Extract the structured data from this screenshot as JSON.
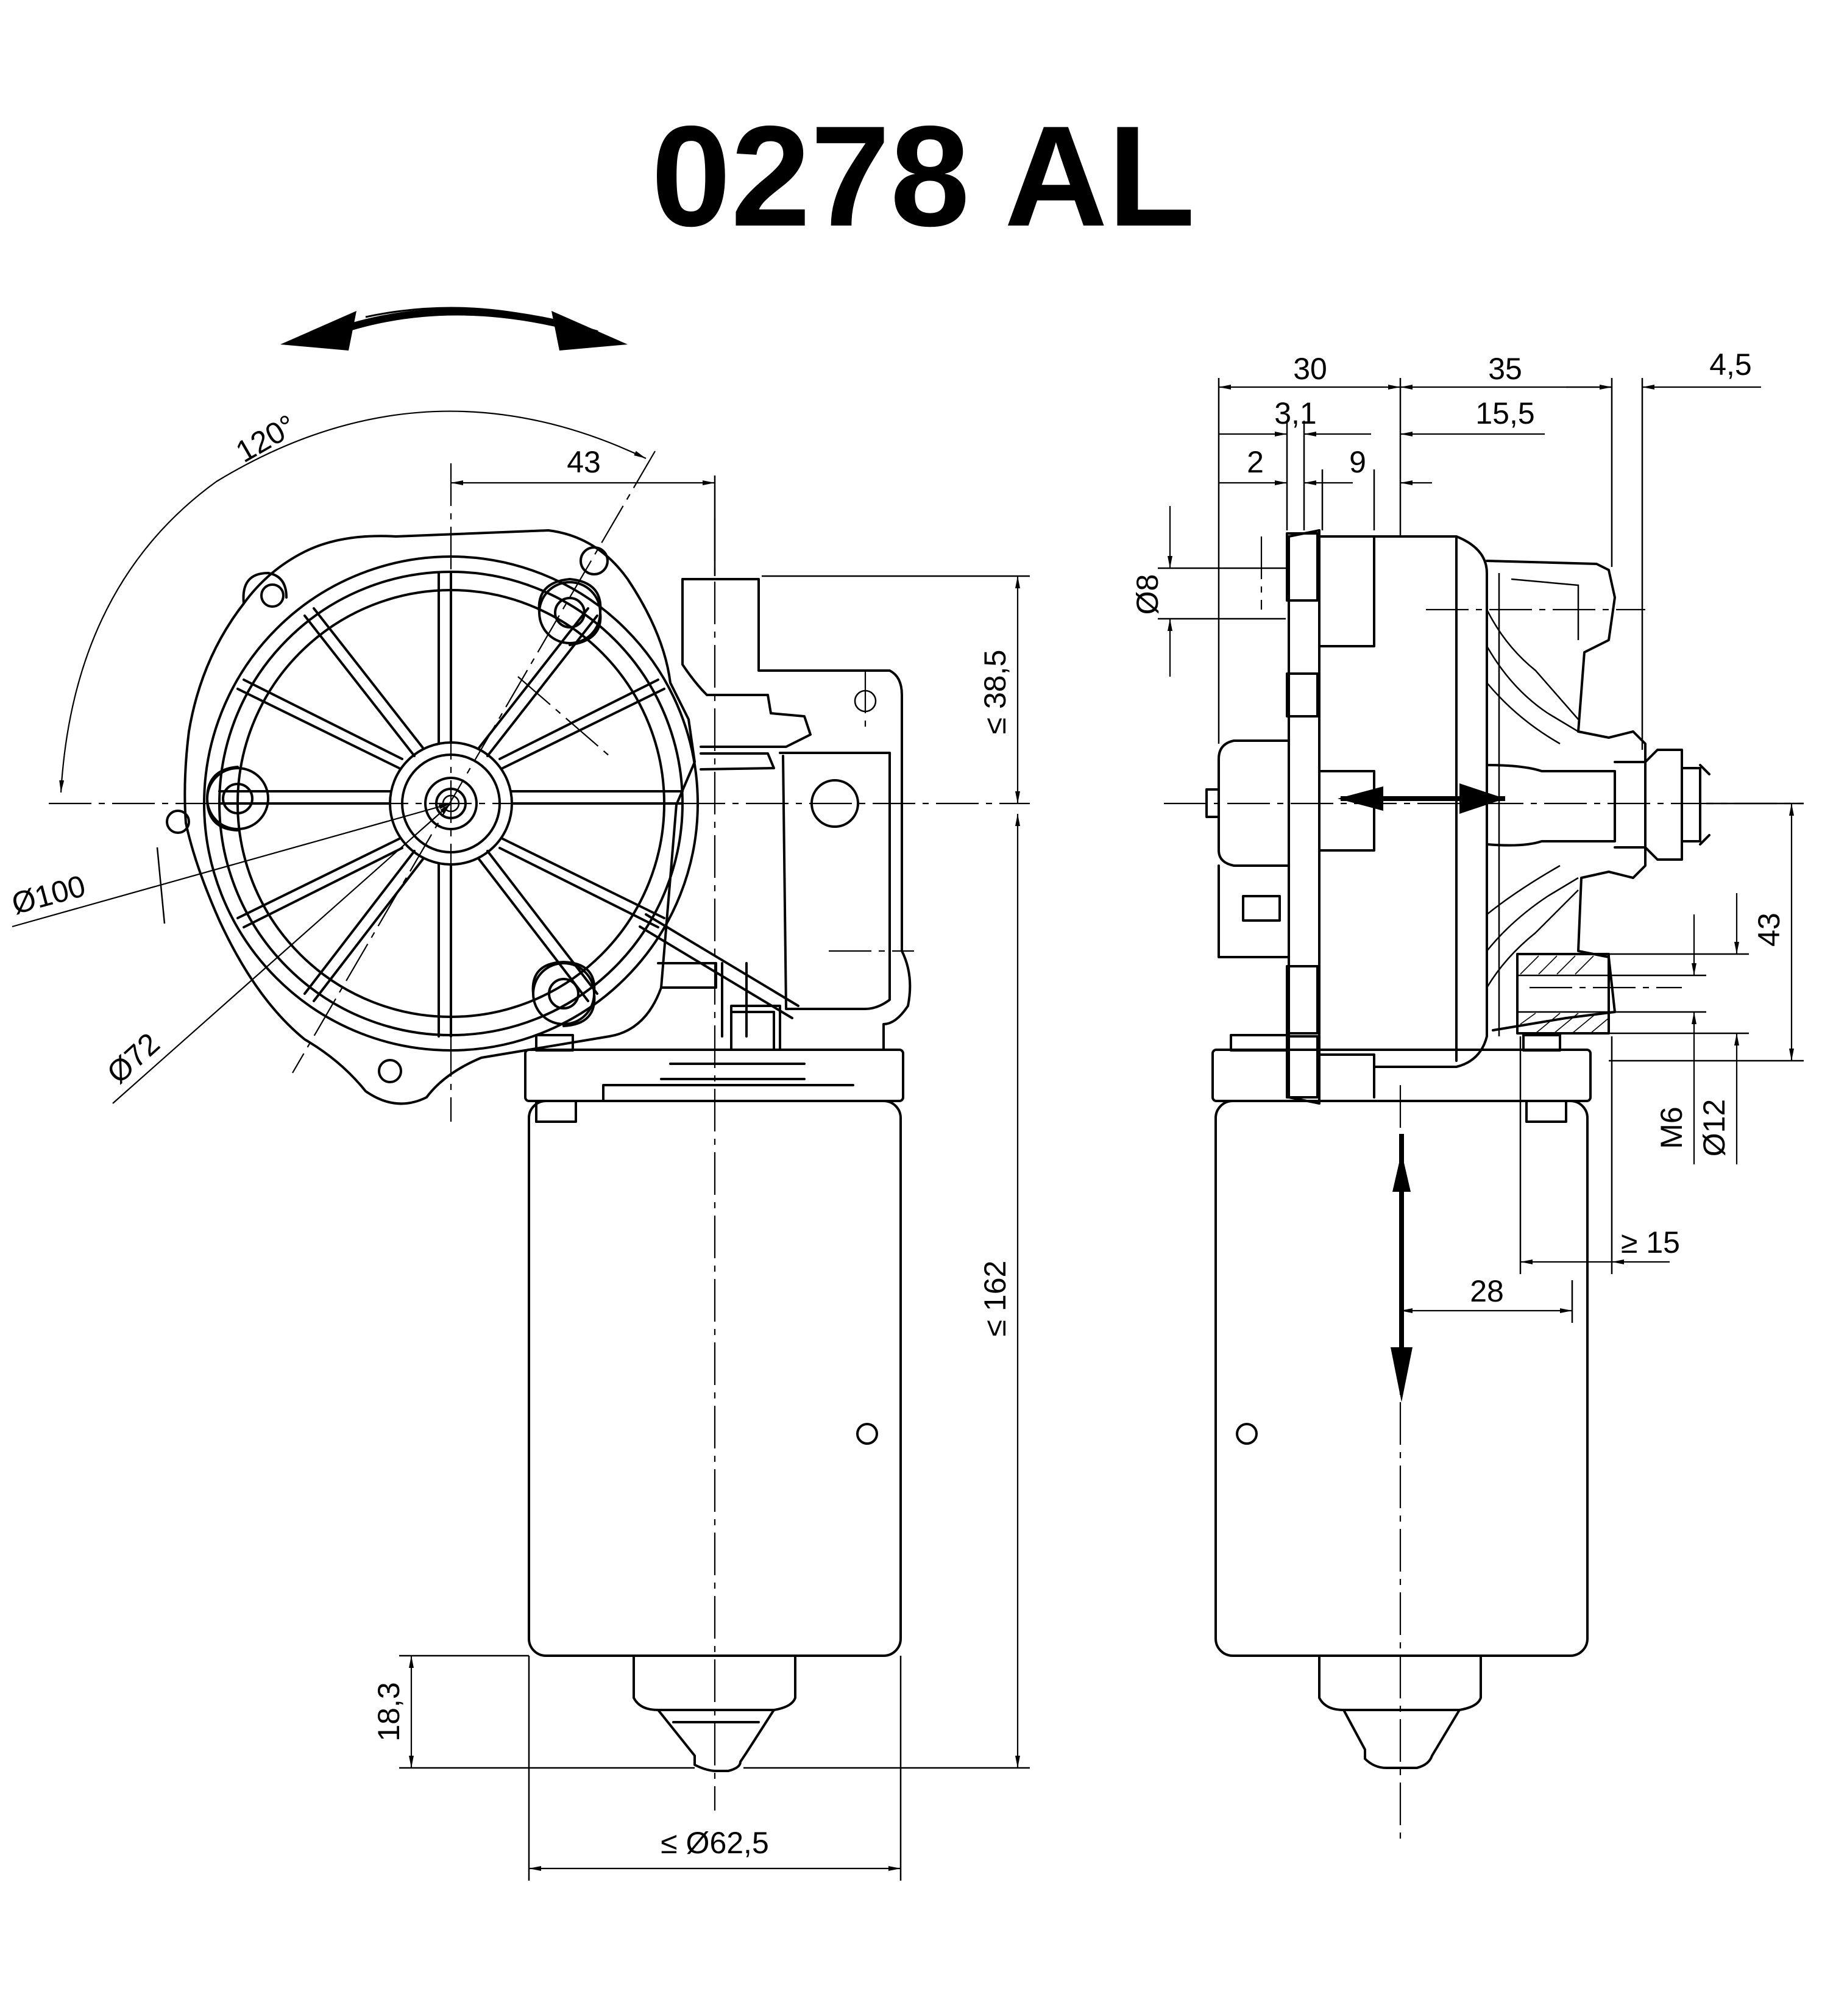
{
  "title": "0278 AL",
  "dimensions": {
    "angle": "120°",
    "bore_x": "43",
    "dia_100": "Ø100",
    "dia_72": "Ø72",
    "height_38_5": "≤ 38,5",
    "height_162": "≤ 162",
    "bottom_18_3": "18,3",
    "dia_62_5": "≤  Ø62,5",
    "d30": "30",
    "d35": "35",
    "d4_5": "4,5",
    "d3_1": "3,1",
    "d15_5": "15,5",
    "d2": "2",
    "d9": "9",
    "dia_8": "Ø8",
    "side_43": "43",
    "m6": "M6",
    "dia_12": "Ø12",
    "ge_15": "≥ 15",
    "d28": "28"
  }
}
